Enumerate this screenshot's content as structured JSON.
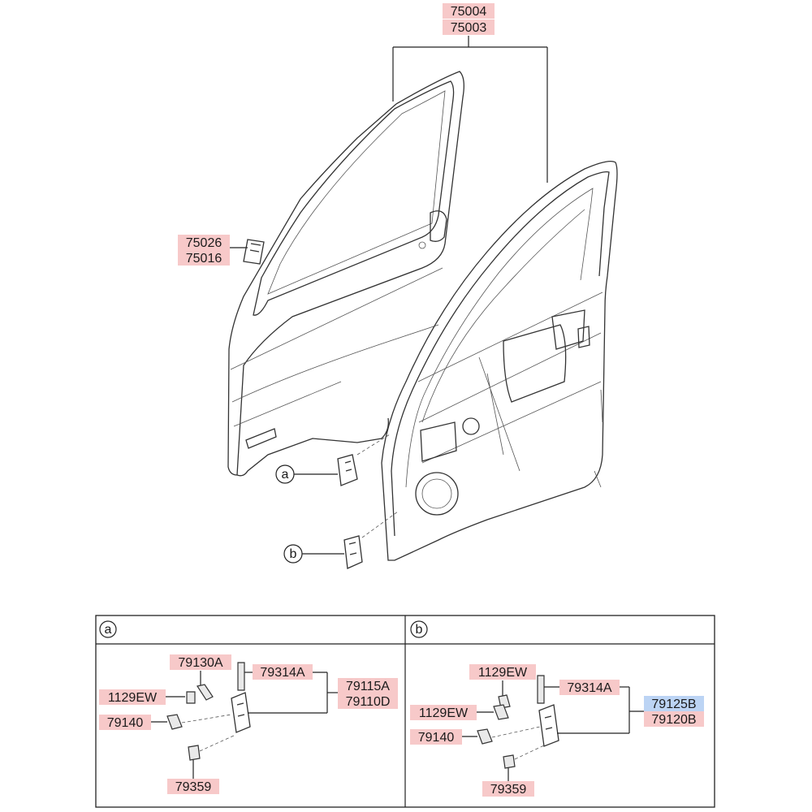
{
  "main_labels": {
    "top_1": "75004",
    "top_2": "75003",
    "side_1": "75026",
    "side_2": "75016",
    "callout_a": "a",
    "callout_b": "b"
  },
  "panel_a": {
    "header": "a",
    "p1": "79130A",
    "p2": "79314A",
    "p3": "1129EW",
    "p4": "79115A",
    "p5": "79110D",
    "p6": "79140",
    "p7": "79359"
  },
  "panel_b": {
    "header": "b",
    "p1": "1129EW",
    "p2": "79314A",
    "p3": "79125B",
    "p4": "79120B",
    "p5": "1129EW",
    "p6": "79140",
    "p7": "79359"
  }
}
